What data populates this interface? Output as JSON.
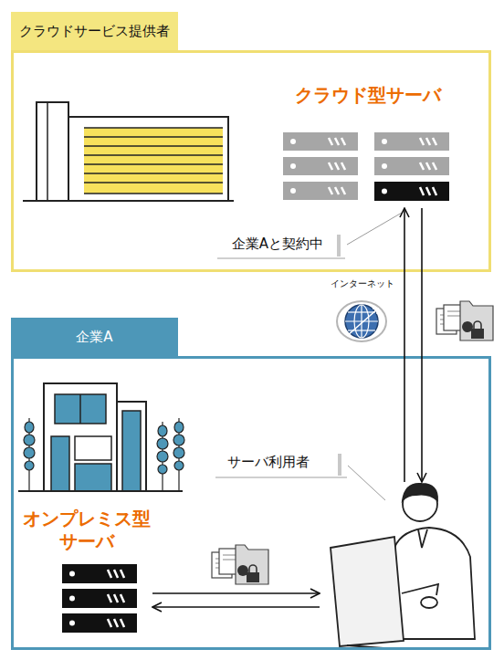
{
  "diagram": {
    "nodes": [
      {
        "text": [
          "クラウドサービス提供者"
        ]
      },
      {
        "text": [
          "クラウド型サーバ"
        ],
        "in": 0
      },
      {
        "text": [
          "企業A"
        ]
      },
      {
        "text": [
          "オンプレミス型 サーバ"
        ],
        "in": 2
      },
      {
        "text": [
          "サーバ利用者"
        ],
        "in": 2
      }
    ],
    "edges": [
      {
        "from": 4,
        "to": 1,
        "arrow": "to"
      },
      {
        "from": 1,
        "to": 4,
        "arrow": "to"
      },
      {
        "from": 3,
        "to": 4,
        "arrow": "to"
      },
      {
        "from": 4,
        "to": 3,
        "arrow": "to"
      }
    ],
    "labels": [
      "企業Aと契約中",
      "インターネット"
    ]
  }
}
